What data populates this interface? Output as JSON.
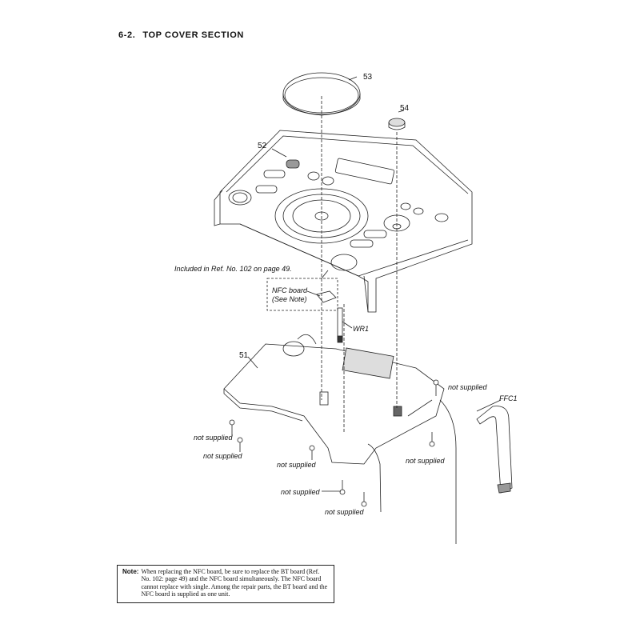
{
  "section": {
    "number": "6-2.",
    "title": "TOP COVER SECTION"
  },
  "callouts": {
    "p51": "51",
    "p52": "52",
    "p53": "53",
    "p54": "54",
    "wr1": "WR1",
    "ffc1": "FFC1"
  },
  "labels": {
    "included": "Included in Ref. No. 102 on page 49.",
    "nfc_line1": "NFC board",
    "nfc_line2": "(See Note)",
    "not_supplied": "not supplied"
  },
  "note": {
    "label": "Note:",
    "text": "When replacing the NFC board, be sure to replace the BT board (Ref. No. 102: page 49) and the NFC board simultaneously. The NFC board cannot replace with single. Among the repair parts, the BT board and the NFC board is supplied as one unit."
  }
}
